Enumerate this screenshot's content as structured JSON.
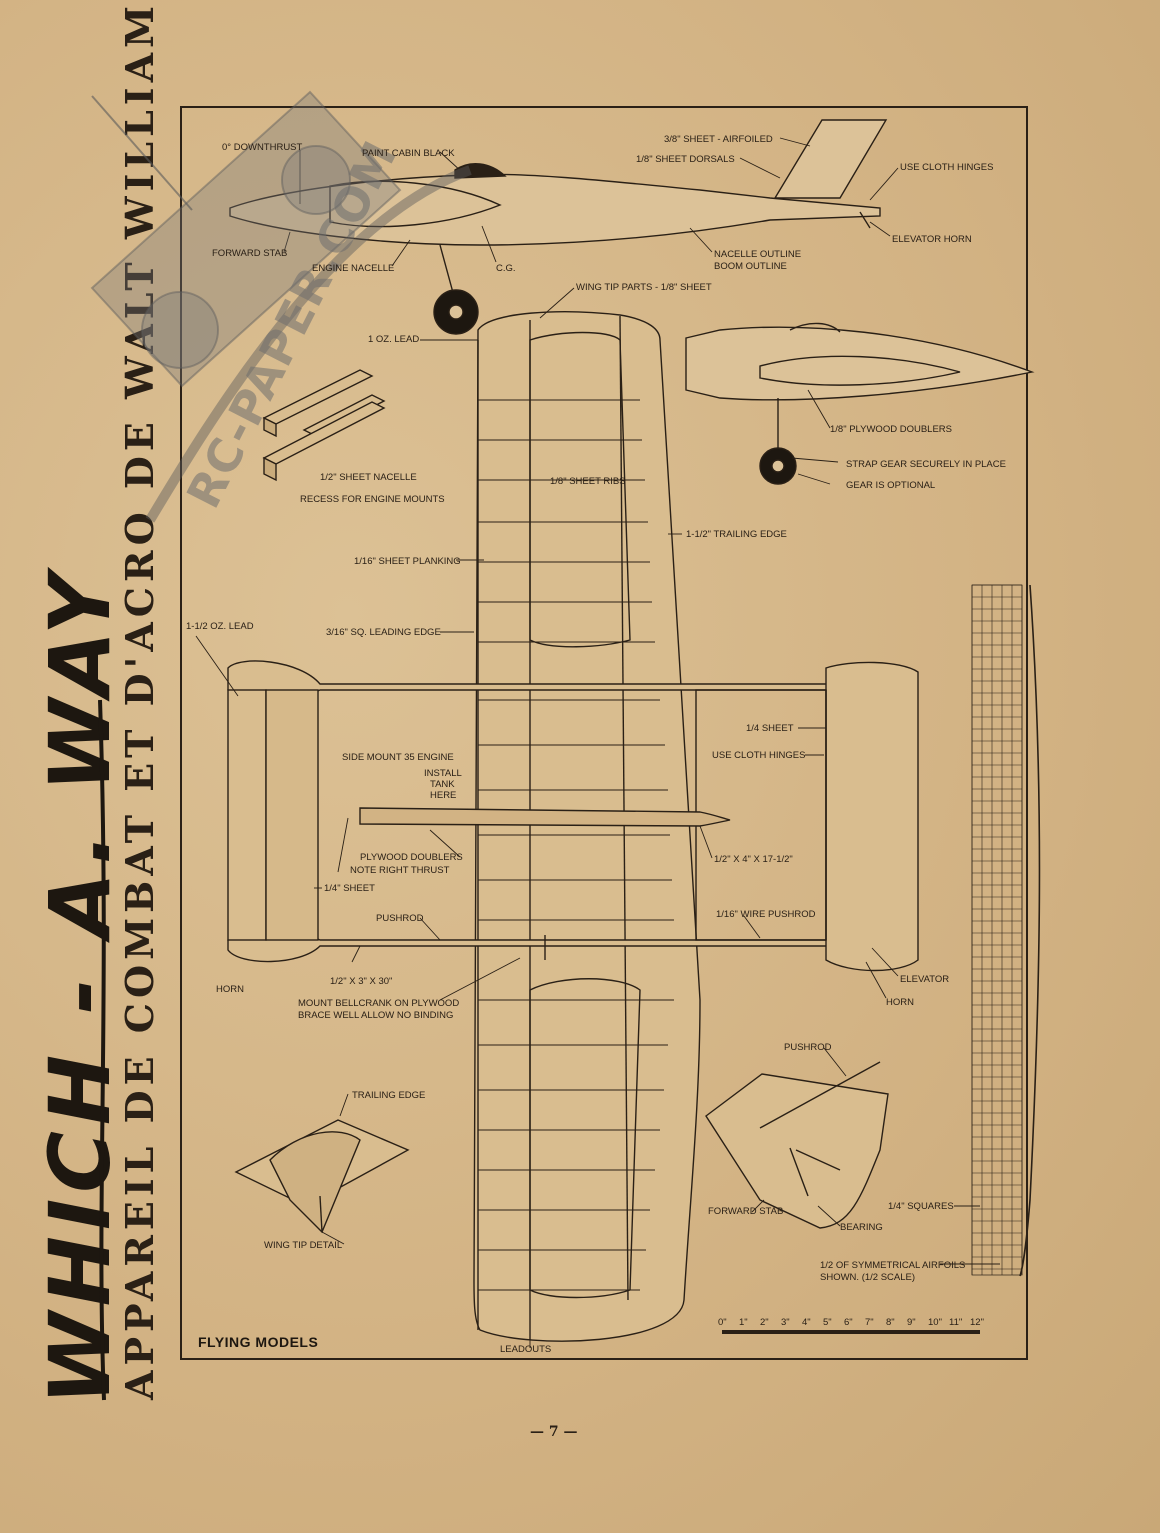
{
  "title": "WHICH - A. WAY",
  "subtitle": "APPAREIL DE COMBAT ET D'ACRO DE WALT WILLIAMSON",
  "magazine": "FLYING MODELS",
  "page_number": "— 7 —",
  "watermark": "RC-PAPER.COM",
  "labels": {
    "downthrust": "0° DOWNTHRUST",
    "paint_cabin": "PAINT CABIN BLACK",
    "sheet_airfoiled": "3/8\" SHEET - AIRFOILED",
    "sheet_dorsals": "1/8\" SHEET DORSALS",
    "cloth_hinges_top": "USE CLOTH HINGES",
    "elevator_horn_top": "ELEVATOR HORN",
    "forward_stab_top": "FORWARD STAB",
    "engine_nacelle": "ENGINE NACELLE",
    "cg": "C.G.",
    "nacelle_outline": "NACELLE OUTLINE",
    "boom_outline": "BOOM OUTLINE",
    "wing_tip_parts": "WING TIP PARTS - 1/8\" SHEET",
    "lead_1oz": "1 OZ. LEAD",
    "plywood_doublers_top": "1/8\" PLYWOOD DOUBLERS",
    "strap_gear": "STRAP GEAR SECURELY IN PLACE",
    "gear_optional": "GEAR IS OPTIONAL",
    "half_sheet_nacelle": "1/2\" SHEET NACELLE",
    "recess_engine": "RECESS FOR ENGINE MOUNTS",
    "sheet_ribs": "1/8\" SHEET RIBS",
    "trailing_edge_112": "1-1/2\" TRAILING EDGE",
    "sheet_planking": "1/16\" SHEET PLANKING",
    "lead_112oz": "1-1/2 OZ. LEAD",
    "leading_edge": "3/16\" SQ. LEADING EDGE",
    "quarter_sheet": "1/4 SHEET",
    "cloth_hinges_plan": "USE CLOTH HINGES",
    "side_mount": "SIDE MOUNT 35 ENGINE",
    "install_tank_1": "INSTALL",
    "install_tank_2": "TANK",
    "install_tank_3": "HERE",
    "plywood_doublers_plan": "PLYWOOD DOUBLERS",
    "right_thrust": "NOTE RIGHT THRUST",
    "boom_size": "1/2\" X 4\" X 17-1/2\"",
    "quarter_sheet_2": "1/4\" SHEET",
    "pushrod_plan": "PUSHROD",
    "wire_pushrod": "1/16\" WIRE PUSHROD",
    "boom_size_2": "1/2\" X 3\" X 30\"",
    "elevator": "ELEVATOR",
    "horn_left": "HORN",
    "horn_right": "HORN",
    "bellcrank_1": "MOUNT BELLCRANK ON PLYWOOD",
    "bellcrank_2": "BRACE WELL  ALLOW NO BINDING",
    "pushrod_detail": "PUSHROD",
    "trailing_edge_detail": "TRAILING EDGE",
    "wing_tip_detail": "WING TIP DETAIL",
    "forward_stab_detail": "FORWARD STAB",
    "bearing": "BEARING",
    "quarter_squares": "1/4\" SQUARES",
    "half_airfoils_1": "1/2 OF SYMMETRICAL AIRFOILS",
    "half_airfoils_2": "SHOWN. (1/2 SCALE)",
    "leadouts": "LEADOUTS"
  },
  "scale": {
    "ticks": [
      "0\"",
      "1\"",
      "2\"",
      "3\"",
      "4\"",
      "5\"",
      "6\"",
      "7\"",
      "8\"",
      "9\"",
      "10\"",
      "11\"",
      "12\""
    ]
  },
  "colors": {
    "paper": "#d6b88a",
    "ink": "#2a2016",
    "watermark": "#6e6e6e"
  }
}
